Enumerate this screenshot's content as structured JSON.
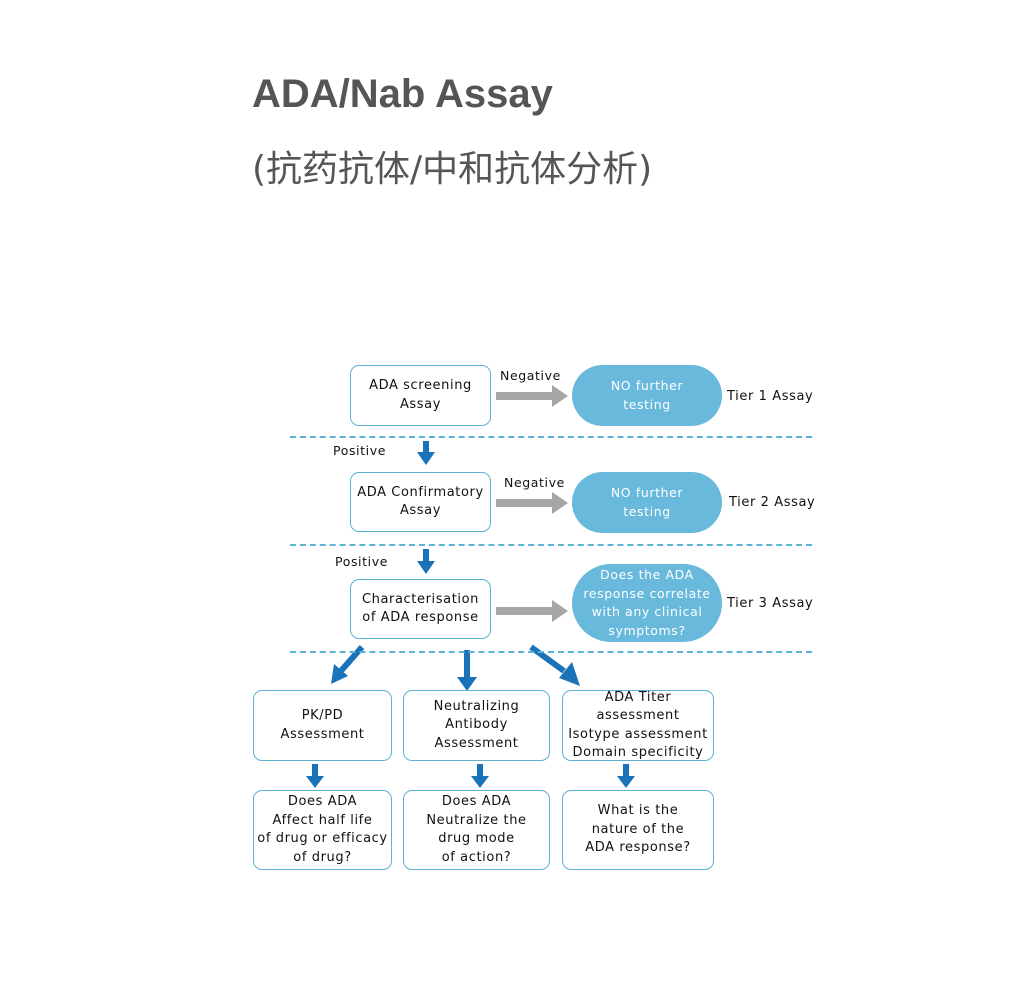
{
  "header": {
    "title": "ADA/Nab Assay",
    "subtitle": "(抗药抗体/中和抗体分析)"
  },
  "flow": {
    "screening": "ADA screening\nAssay",
    "confirmatory": "ADA Confirmatory\nAssay",
    "characterisation": "Characterisation\nof ADA response",
    "no_further_1": "NO further\ntesting",
    "no_further_2": "NO further\ntesting",
    "correlate_question": "Does the ADA\nresponse correlate\nwith any clinical\nsymptoms?",
    "negative_label_1": "Negative",
    "negative_label_2": "Negative",
    "positive_label_1": "Positive",
    "positive_label_2": "Positive",
    "tier1": "Tier 1 Assay",
    "tier2": "Tier 2 Assay",
    "tier3": "Tier 3 Assay",
    "pkpd": "PK/PD\nAssessment",
    "neutralizing": "Neutralizing\nAntibody\nAssessment",
    "titer": "ADA Titer assessment\nIsotype assessment\nDomain specificity",
    "q_half_life": "Does ADA\nAffect half life\nof drug or efficacy\nof drug?",
    "q_neutralize": "Does ADA\nNeutralize the\ndrug mode\nof action?",
    "q_nature": "What is the\nnature of the\nADA response?"
  },
  "colors": {
    "box_border": "#5bb3d6",
    "pill_fill": "#68b9dc",
    "down_arrow": "#1a73b8",
    "side_arrow": "#a6a6a6",
    "title_text": "#555555"
  }
}
